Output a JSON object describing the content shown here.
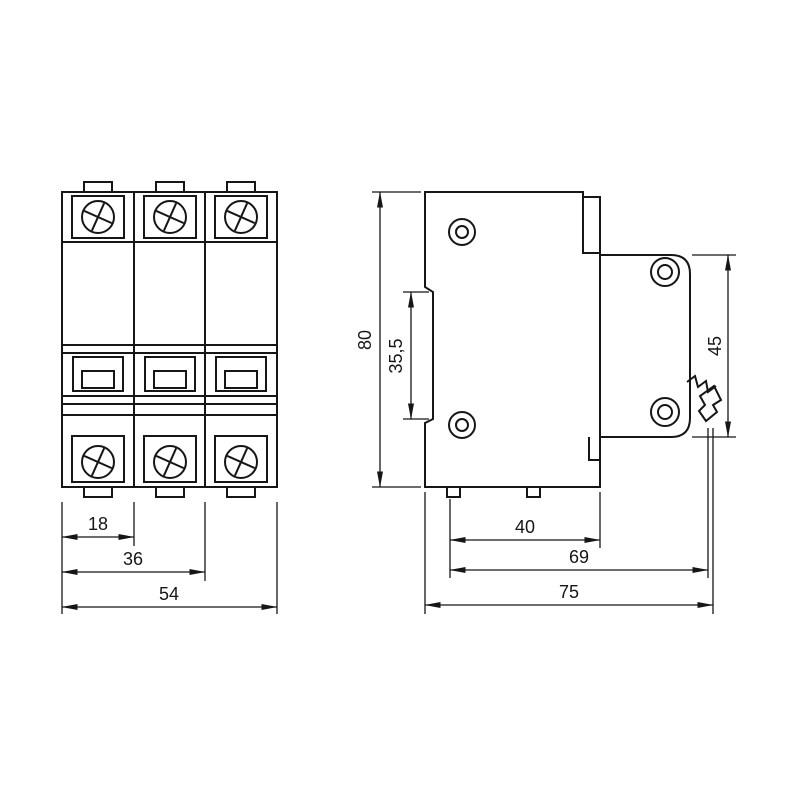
{
  "drawing": {
    "colors": {
      "line": "#161616",
      "background": "#ffffff"
    },
    "front_view": {
      "dim_module_width": "18",
      "dim_two_modules": "36",
      "dim_overall_width": "54"
    },
    "side_view": {
      "dim_height": "80",
      "dim_rail_cutout": "35,5",
      "dim_front_depth": "45",
      "dim_body_depth": "40",
      "dim_depth_to_clip": "69",
      "dim_overall_depth": "75"
    }
  }
}
